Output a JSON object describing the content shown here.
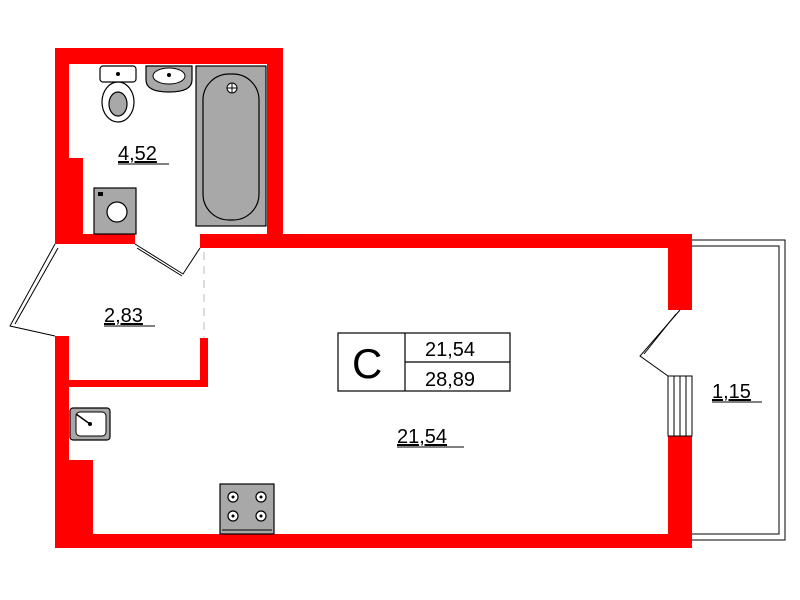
{
  "rooms": {
    "bathroom_area": "4,52",
    "hallway_area": "2,83",
    "living_area": "21,54",
    "balcony_area": "1,15"
  },
  "summary": {
    "type_letter": "С",
    "living_total": "21,54",
    "total_area": "28,89"
  },
  "colors": {
    "wall": "#ff0000",
    "fixture": "#a8a8a8"
  }
}
